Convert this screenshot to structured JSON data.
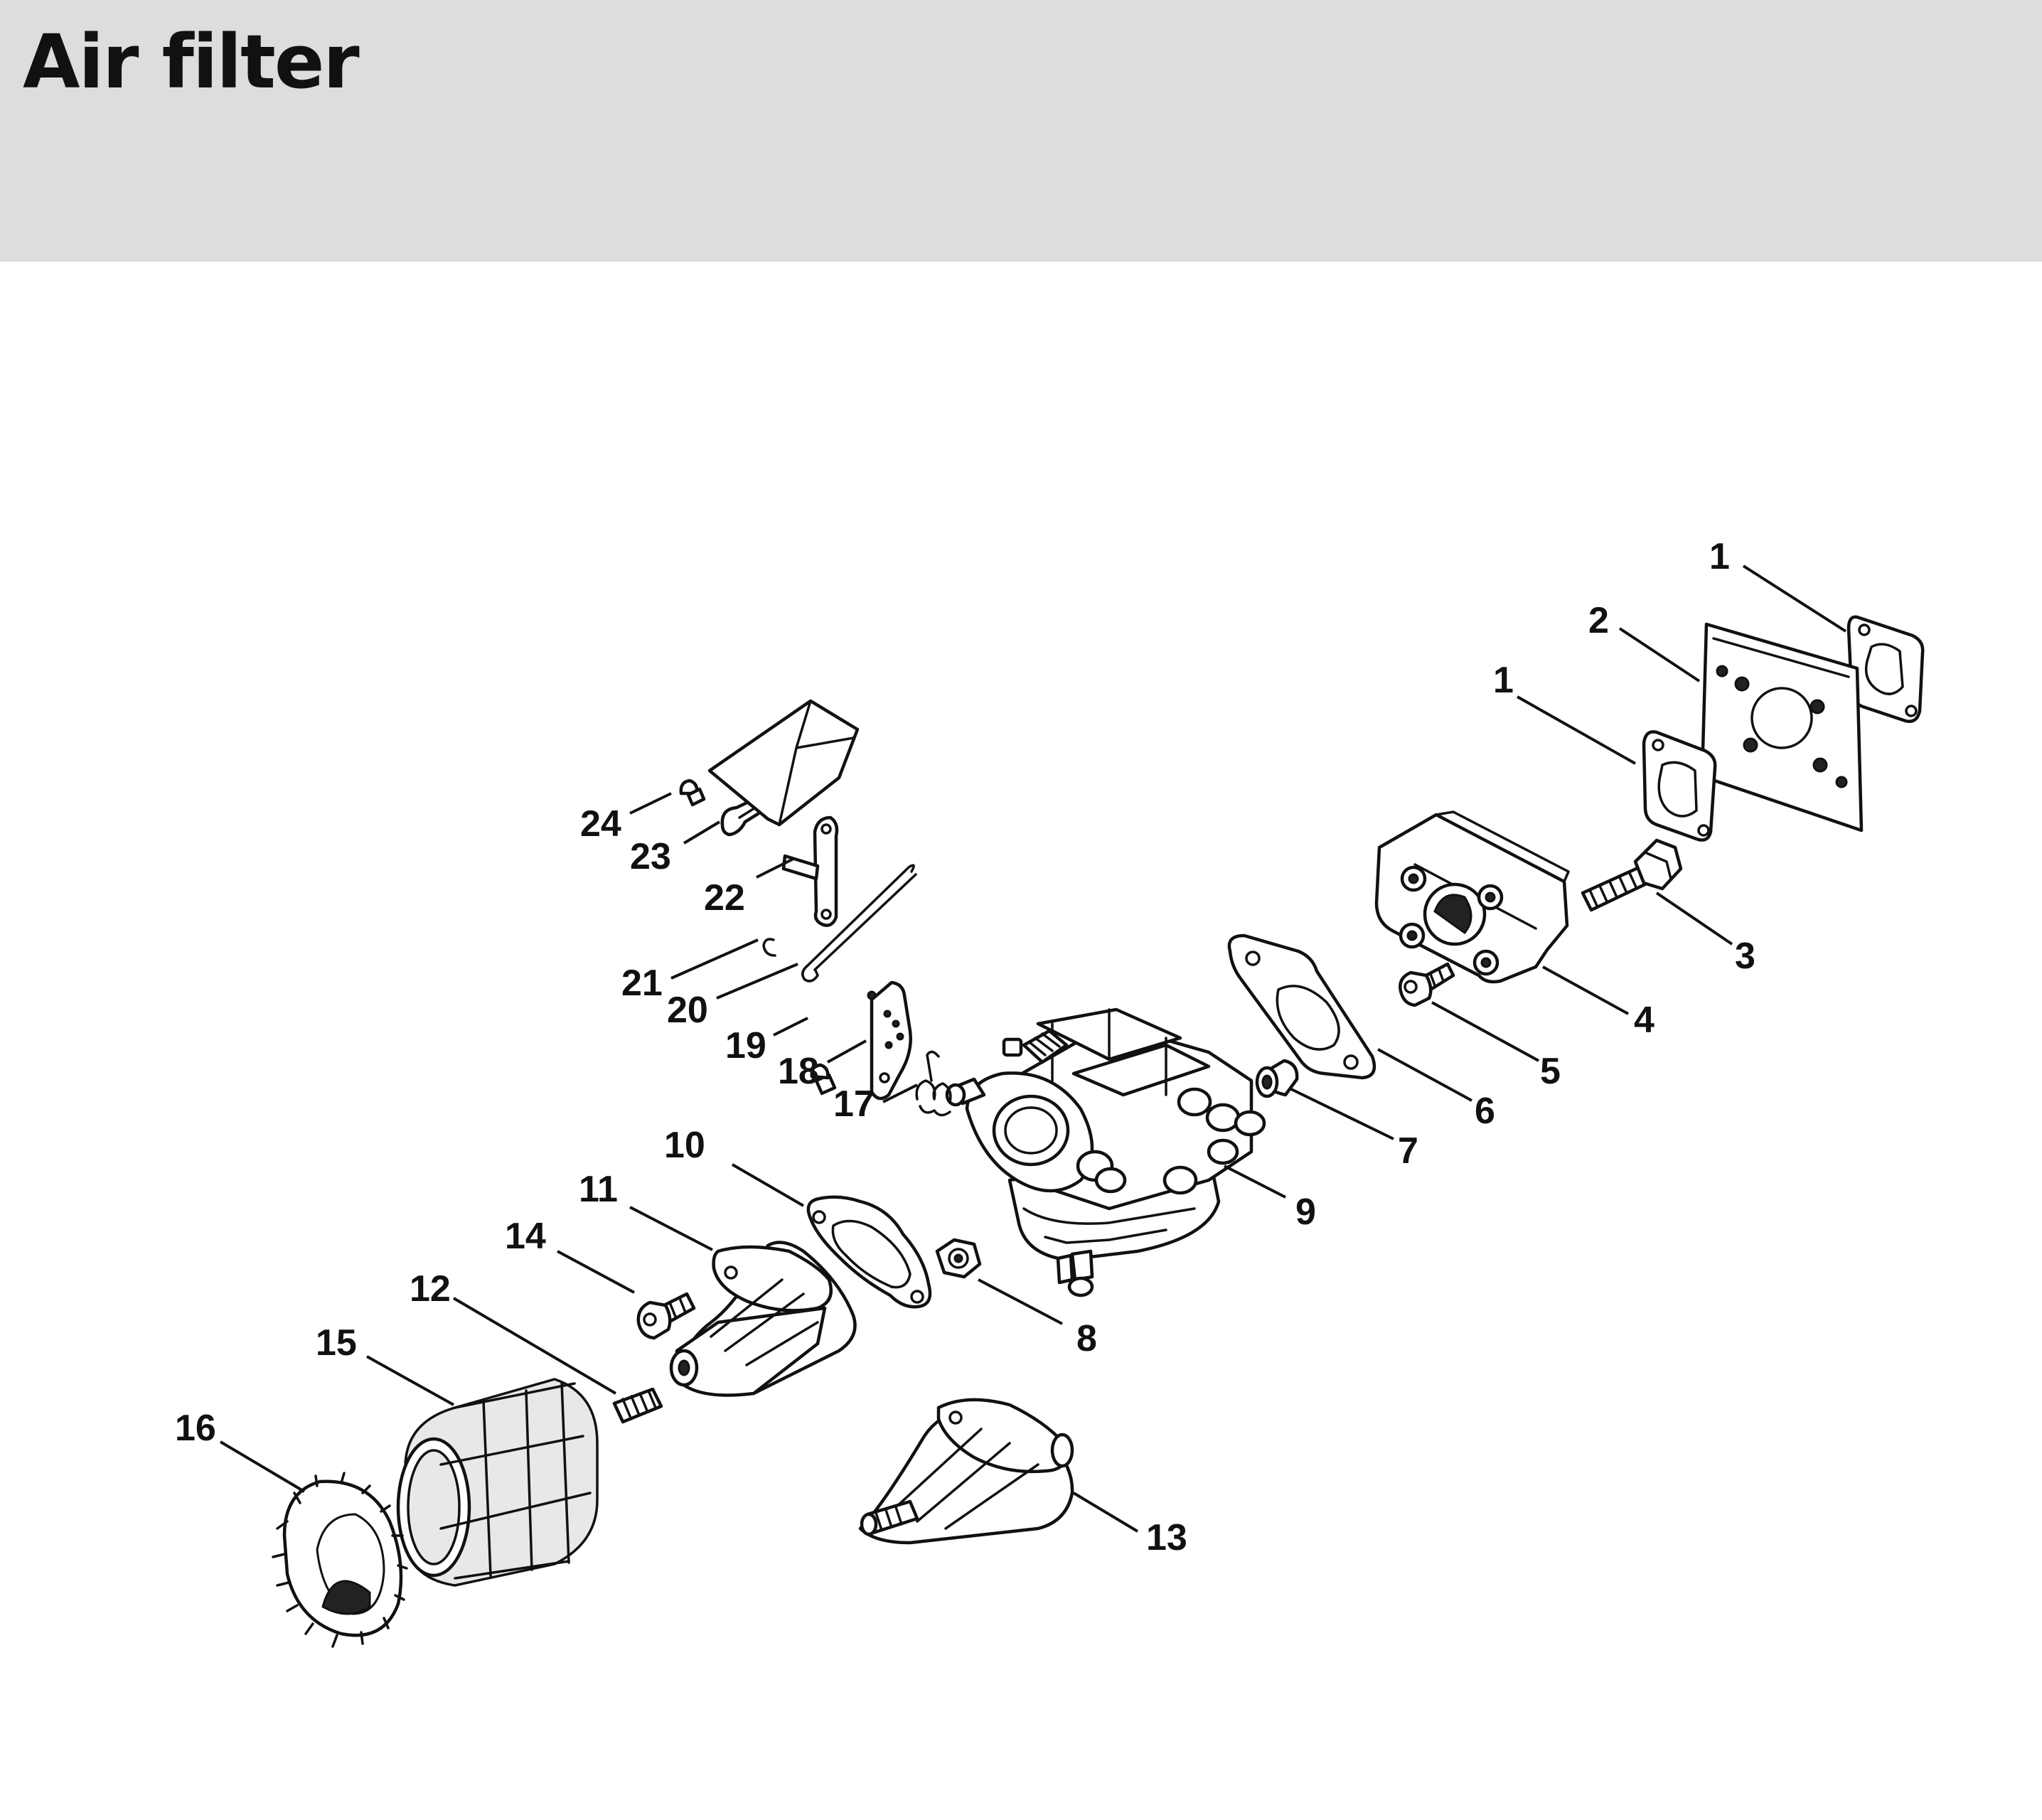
{
  "header": {
    "title": "Air filter",
    "background": "#dcdddc"
  },
  "diagram": {
    "callouts": [
      "1",
      "2",
      "1",
      "3",
      "4",
      "5",
      "6",
      "7",
      "8",
      "9",
      "10",
      "11",
      "12",
      "13",
      "14",
      "15",
      "16",
      "17",
      "18",
      "19",
      "20",
      "21",
      "22",
      "23",
      "24"
    ]
  }
}
